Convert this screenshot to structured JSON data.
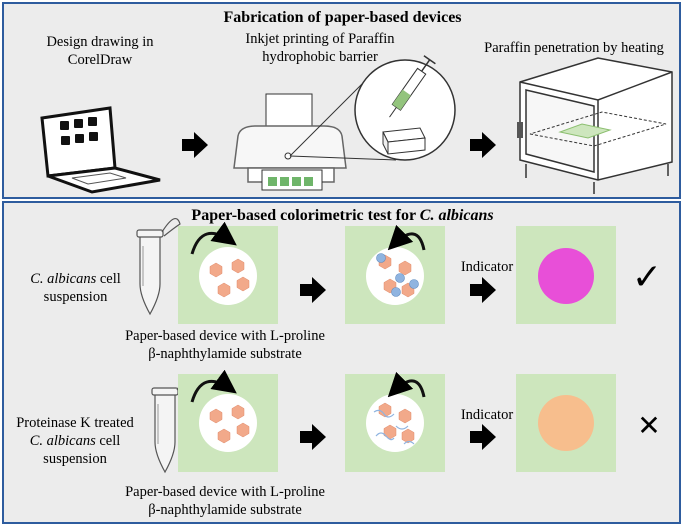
{
  "top_panel": {
    "title": "Fabrication of paper-based devices",
    "step1": [
      "Design drawing in",
      "CorelDraw"
    ],
    "step2": [
      "Inkjet printing of Paraffin",
      "hydrophobic barrier"
    ],
    "step3": "Paraffin penetration by heating"
  },
  "bottom_panel": {
    "title_plain": "Paper-based colorimetric test for ",
    "title_italic": "C. albicans",
    "row1": {
      "sample_italic": "C. albicans",
      "sample_rest": " cell",
      "sample_line2": "suspension",
      "device_label": [
        "Paper-based device with L-proline",
        "β-naphthylamide  substrate"
      ],
      "indicator": "Indicator",
      "result_mark": "✓",
      "result_color": "#e84fd8"
    },
    "row2": {
      "sample_line1": "Proteinase K treated",
      "sample_italic": "C. albicans",
      "sample_rest": " cell",
      "sample_line3": "suspension",
      "device_label": [
        "Paper-based device with L-proline",
        "β-naphthylamide  substrate"
      ],
      "indicator": "Indicator",
      "result_mark": "✕",
      "result_color": "#f7be8d"
    }
  },
  "colors": {
    "pad": "#cde6bd",
    "border": "#2e5c9e",
    "hexagon": "#f2a98a",
    "cell": "#8fb4e0"
  }
}
